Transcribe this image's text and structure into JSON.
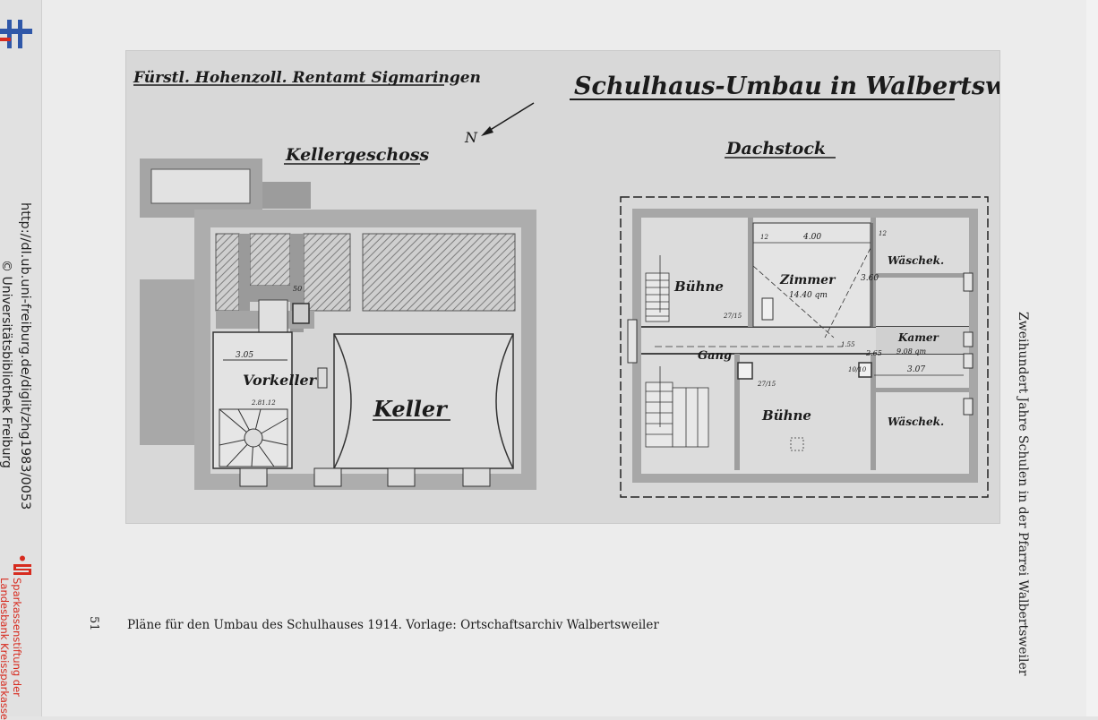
{
  "viewer": {
    "url": "http://dl.ub.uni-freiburg.de/diglit/zhg1983/0053",
    "copyright": "© Universitätsbibliothek Freiburg",
    "sponsor_line1": "Sparkassenstiftung der",
    "sponsor_line2": "Landesbank Kreissparkasse"
  },
  "plan": {
    "office": "Fürstl. Hohenzoll. Rentamt Sigmaringen",
    "title": "Schulhaus-Umbau in Walbertsweiler",
    "north": "N",
    "basement": {
      "heading": "Kellergeschoss",
      "vorkeller": "Vorkeller",
      "keller": "Keller",
      "dim_305": "3.05",
      "dim_50": "50",
      "dim_small": "2.81.12"
    },
    "attic": {
      "heading": "Dachstock",
      "buehne_top": "Bühne",
      "zimmer": "Zimmer",
      "zimmer_area": "14.40 qm",
      "waschk_top": "Wäschek.",
      "kammer": "Kamer",
      "kammer_area": "9.08 qm",
      "gang": "Gang",
      "buehne_bottom": "Bühne",
      "waschk_bottom": "Wäschek.",
      "dim_400": "4.00",
      "dim_360": "3.60",
      "dim_12a": "12",
      "dim_12b": "12",
      "dim_265": "2.65",
      "dim_307": "3.07",
      "dim_155": "1.55",
      "dim_2715a": "27/15",
      "dim_2715b": "27/15",
      "dim_1010": "10/10"
    }
  },
  "page": {
    "number": "51",
    "caption": "Pläne für den Umbau des Schulhauses 1914. Vorlage: Ortschaftsarchiv Walbertsweiler",
    "running_title": "Zweihundert Jahre Schulen in der Pfarrei Walbertsweiler"
  },
  "colors": {
    "hatch": "#8a8a8a",
    "wall": "#a9a9a9",
    "ink": "#1b1b1b",
    "sponsor_red": "#d72b1f"
  }
}
